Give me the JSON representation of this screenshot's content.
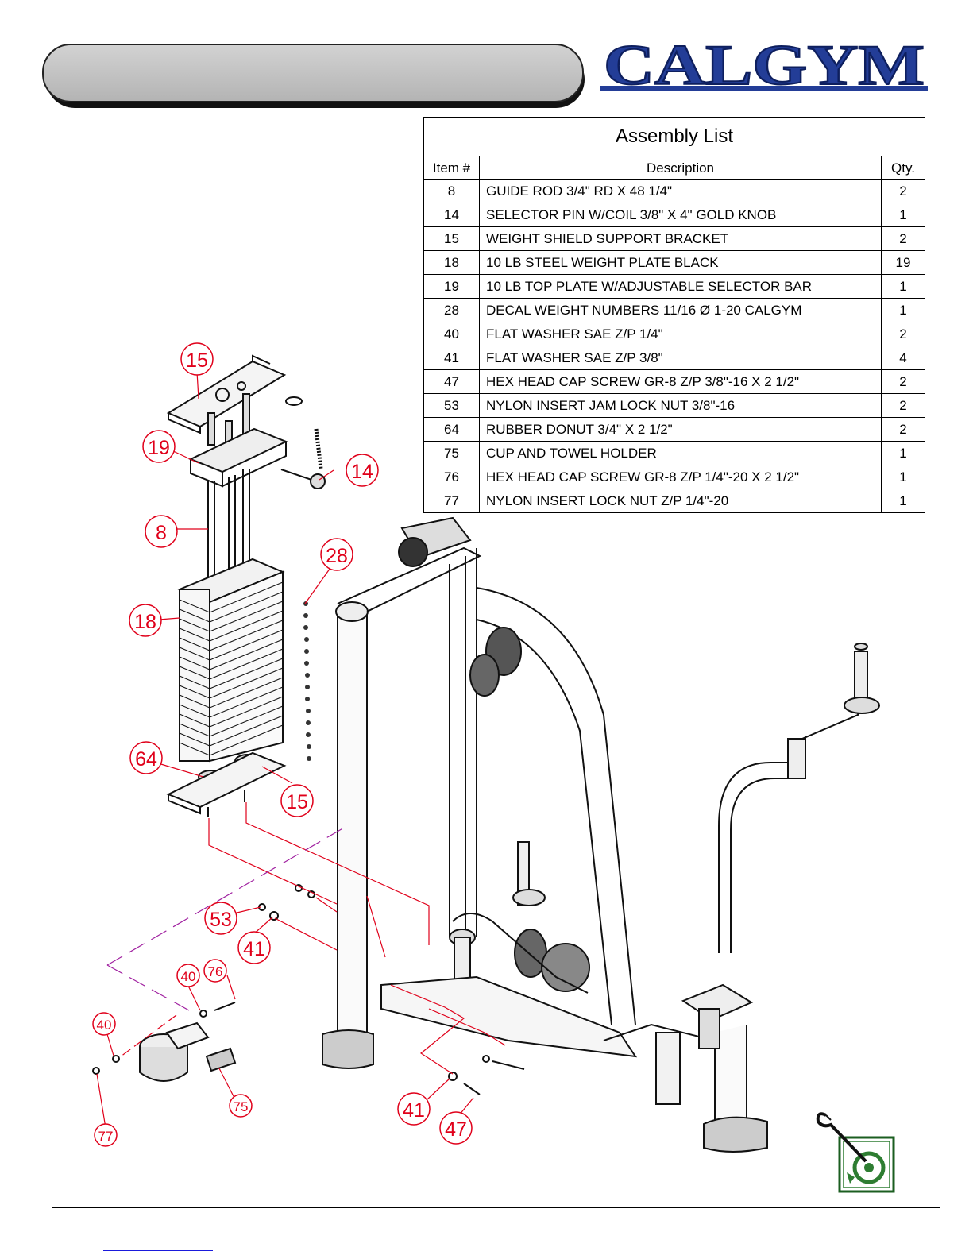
{
  "brand": {
    "logo_text": "CALGYM",
    "color": "#233d97"
  },
  "assembly": {
    "title": "Assembly List",
    "headers": {
      "item": "Item #",
      "description": "Description",
      "qty": "Qty."
    },
    "rows": [
      {
        "item": "8",
        "description": "GUIDE ROD 3/4\" RD X 48 1/4\"",
        "qty": "2"
      },
      {
        "item": "14",
        "description": "SELECTOR PIN W/COIL 3/8\" X 4\" GOLD KNOB",
        "qty": "1"
      },
      {
        "item": "15",
        "description": "WEIGHT SHIELD SUPPORT BRACKET",
        "qty": "2"
      },
      {
        "item": "18",
        "description": "10 LB STEEL WEIGHT PLATE BLACK",
        "qty": "19"
      },
      {
        "item": "19",
        "description": "10 LB TOP PLATE W/ADJUSTABLE SELECTOR BAR",
        "qty": "1"
      },
      {
        "item": "28",
        "description": "DECAL WEIGHT NUMBERS 11/16 Ø 1-20 CALGYM",
        "qty": "1"
      },
      {
        "item": "40",
        "description": "FLAT WASHER SAE Z/P 1/4\"",
        "qty": "2"
      },
      {
        "item": "41",
        "description": "FLAT WASHER SAE Z/P 3/8\"",
        "qty": "4"
      },
      {
        "item": "47",
        "description": "HEX HEAD CAP SCREW GR-8 Z/P 3/8\"-16 X 2 1/2\"",
        "qty": "2"
      },
      {
        "item": "53",
        "description": "NYLON INSERT JAM LOCK NUT 3/8\"-16",
        "qty": "2"
      },
      {
        "item": "64",
        "description": "RUBBER DONUT 3/4\" X 2 1/2\"",
        "qty": "2"
      },
      {
        "item": "75",
        "description": "CUP AND TOWEL HOLDER",
        "qty": "1"
      },
      {
        "item": "76",
        "description": "HEX HEAD CAP SCREW GR-8 Z/P 1/4\"-20 X 2 1/2\"",
        "qty": "1"
      },
      {
        "item": "77",
        "description": "NYLON INSERT LOCK NUT Z/P 1/4\"-20",
        "qty": "1"
      }
    ]
  },
  "callouts": {
    "c15a": "15",
    "c19": "19",
    "c14": "14",
    "c8": "8",
    "c28": "28",
    "c18": "18",
    "c64": "64",
    "c15b": "15",
    "c53": "53",
    "c41a": "41",
    "c40a": "40",
    "c76": "76",
    "c40b": "40",
    "c75": "75",
    "c77": "77",
    "c41b": "41",
    "c47": "47"
  },
  "colors": {
    "callout": "#e0001a",
    "leader_accent": "#a020a0",
    "icon_green": "#2e7d32"
  },
  "icons": {
    "service": "wrench-service-icon"
  }
}
